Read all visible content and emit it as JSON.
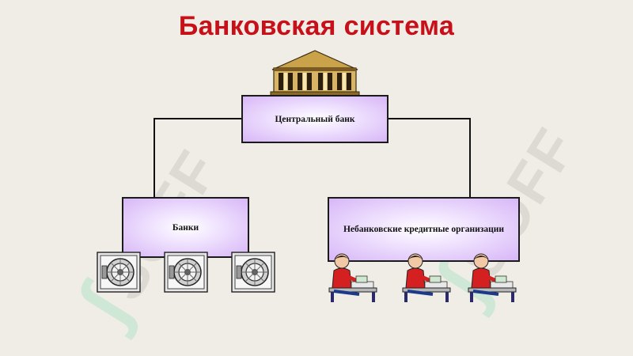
{
  "title": "Банковская система",
  "watermark": "SOFF",
  "nodes": {
    "central_bank": "Центральный банк",
    "banks": "Банки",
    "nonbank": "Небанковские кредитные организации"
  },
  "colors": {
    "title": "#c8101a",
    "box_fill": "#d7b6f7",
    "box_border": "#1b1b1b",
    "connector": "#111111"
  },
  "icons": {
    "central_bank": "bank-building-icon",
    "banks": "vault-safe-icon",
    "nonbank": "clerk-at-desk-icon"
  }
}
